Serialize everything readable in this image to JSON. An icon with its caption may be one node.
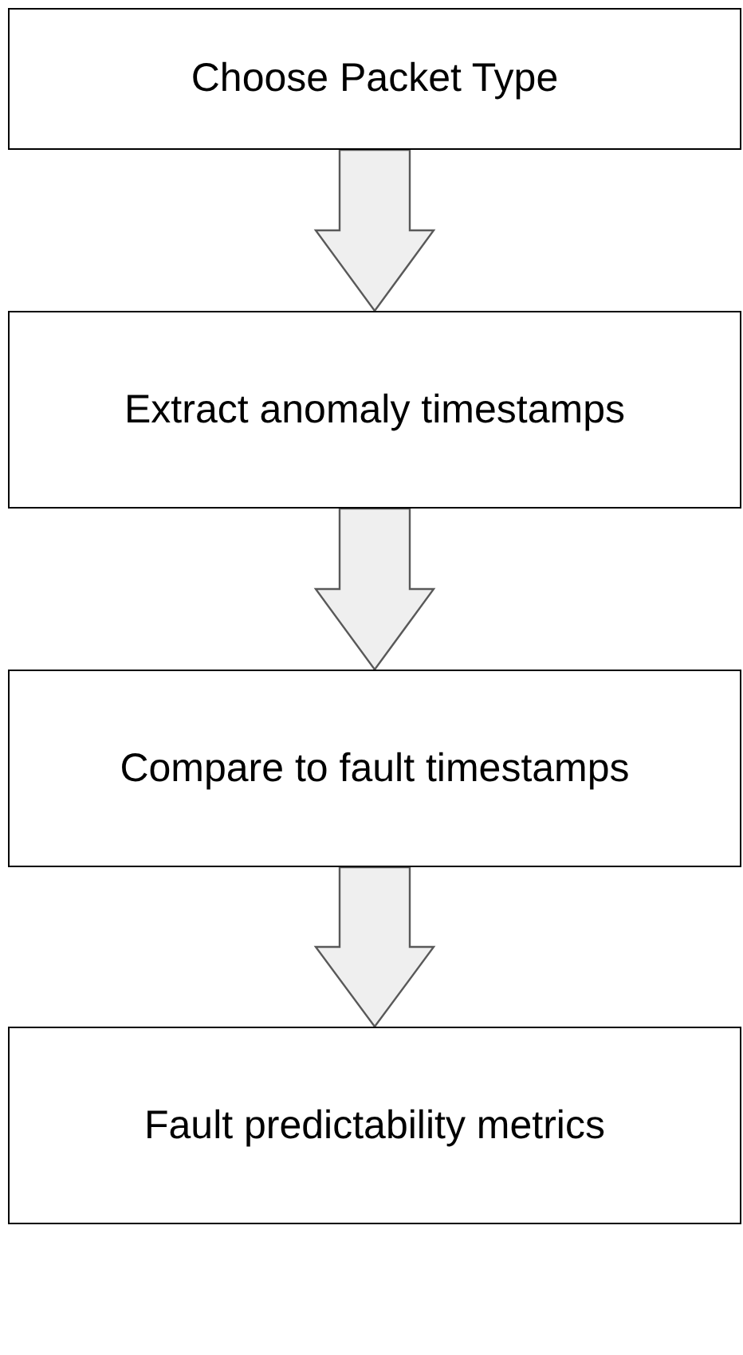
{
  "diagram": {
    "nodes": [
      {
        "text": [
          "Choose Packet Type"
        ]
      },
      {
        "text": [
          "Extract anomaly timestamps"
        ]
      },
      {
        "text": [
          "Compare to fault timestamps"
        ]
      },
      {
        "text": [
          "Fault predictability metrics"
        ]
      }
    ],
    "edges": [
      {
        "from": 0,
        "to": 1,
        "arrow": "to"
      },
      {
        "from": 1,
        "to": 2,
        "arrow": "to"
      },
      {
        "from": 2,
        "to": 3,
        "arrow": "to"
      }
    ]
  }
}
